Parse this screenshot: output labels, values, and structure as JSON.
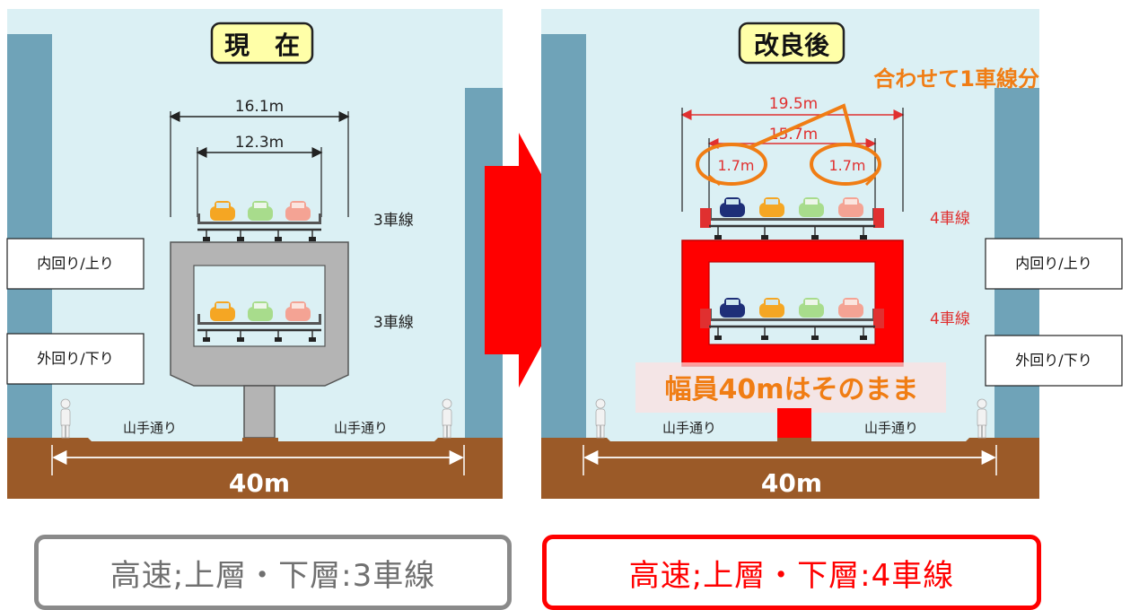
{
  "colors": {
    "sky": "#dbf0f4",
    "building": "#6fa3b8",
    "ground": "#9b5a28",
    "concrete": "#b4b4b4",
    "highlight": "#ff0000",
    "annotation": "#f07d14",
    "banner": "#ffffa8"
  },
  "before": {
    "title": "現　在",
    "width_outer": "16.1m",
    "width_inner": "12.3m",
    "upper_lanes": "3車線",
    "lower_lanes": "3車線",
    "label_upper_direction": "内回り/上り",
    "label_lower_direction": "外回り/下り",
    "street_left": "山手通り",
    "street_right": "山手通り",
    "road_width": "40m",
    "caption": "高速;上層・下層:3車線"
  },
  "after": {
    "title": "改良後",
    "callout": "合わせて1車線分",
    "width_outer": "19.5m",
    "width_inner": "15.7m",
    "shoulder_left": "1.7m",
    "shoulder_right": "1.7m",
    "upper_lanes": "4車線",
    "lower_lanes": "4車線",
    "label_upper_direction": "内回り/上り",
    "label_lower_direction": "外回り/下り",
    "note": "幅員40mはそのまま",
    "street_left": "山手通り",
    "street_right": "山手通り",
    "road_width": "40m",
    "caption": "高速;上層・下層:4車線"
  },
  "icons": [
    "car-icon",
    "pedestrian-icon",
    "arrow-right-icon"
  ]
}
